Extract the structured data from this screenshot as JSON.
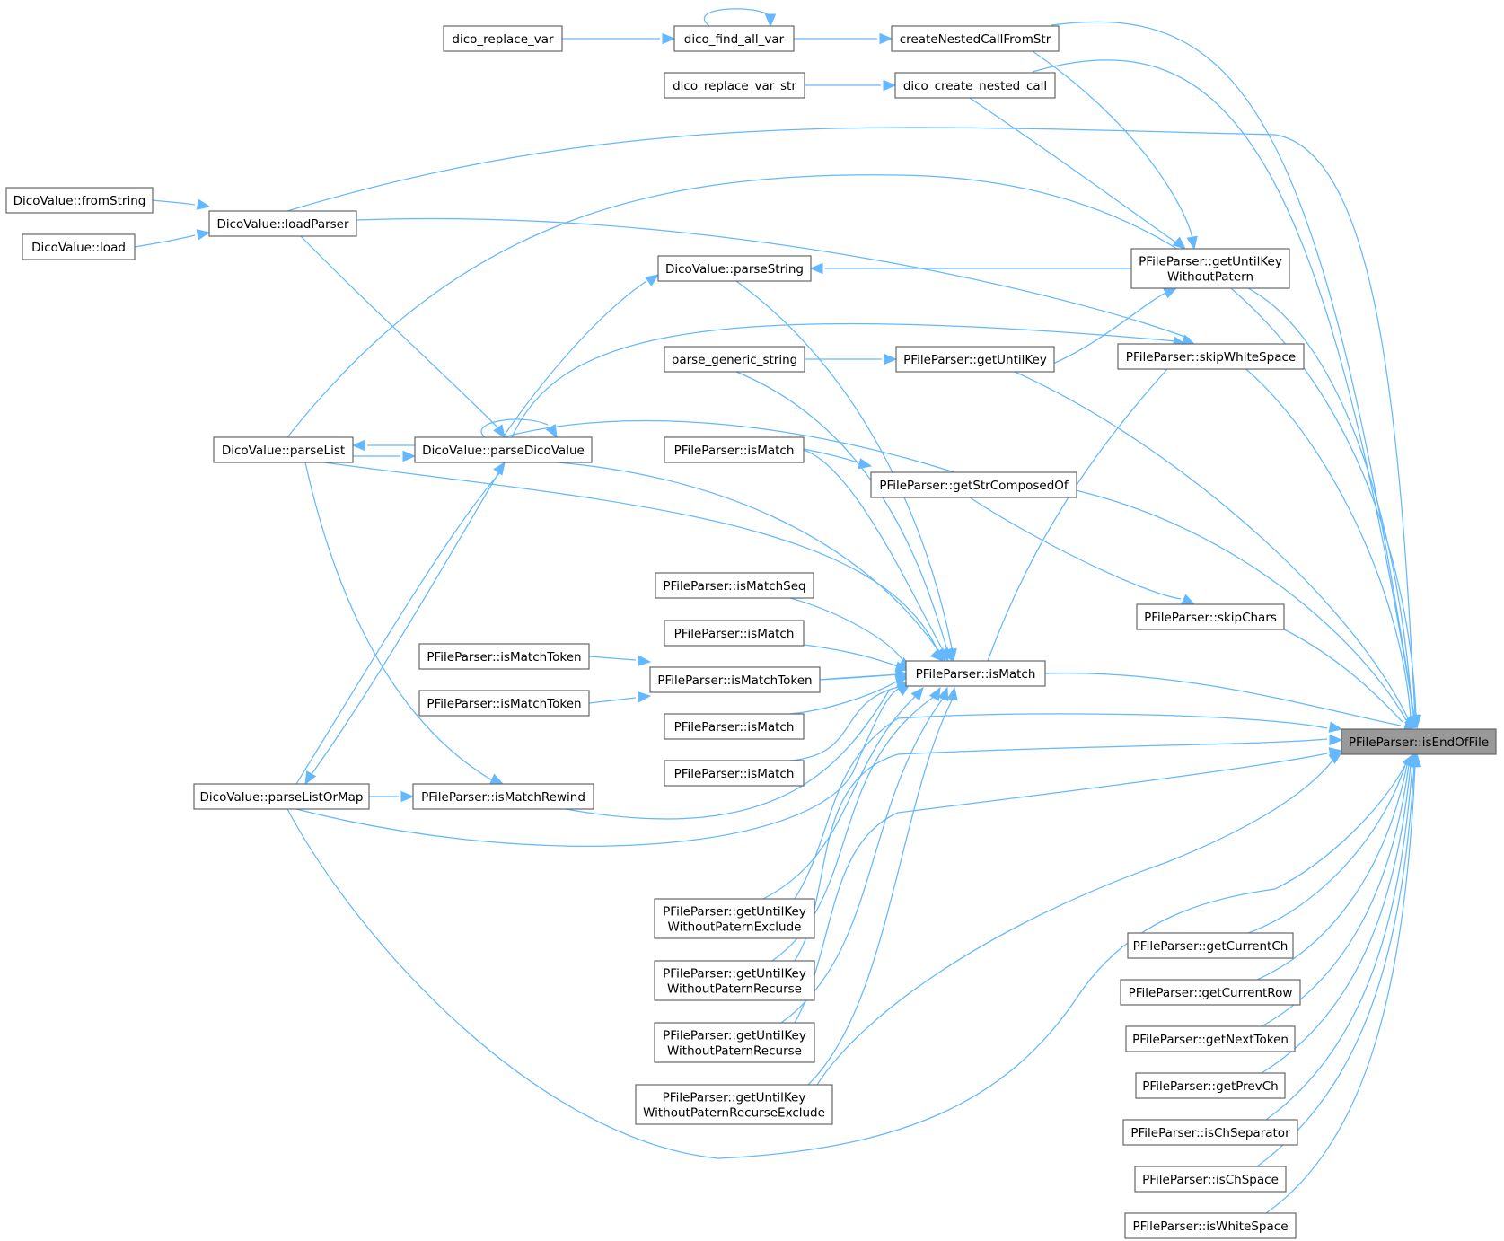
{
  "diagram": {
    "type": "call-graph",
    "focus": "PFileParser::isEndOfFile",
    "colors": {
      "edge": "#63b8ff",
      "node_border": "#666666",
      "node_fill": "#ffffff",
      "focus_fill": "#999999"
    },
    "nodes": [
      {
        "id": "n_eof",
        "lines": [
          "PFileParser::isEndOfFile"
        ],
        "focus": true
      },
      {
        "id": "n_dicoreplacevar",
        "lines": [
          "dico_replace_var"
        ]
      },
      {
        "id": "n_dicofindall",
        "lines": [
          "dico_find_all_var"
        ]
      },
      {
        "id": "n_createnested",
        "lines": [
          "createNestedCallFromStr"
        ]
      },
      {
        "id": "n_dicoreplacevarstr",
        "lines": [
          "dico_replace_var_str"
        ]
      },
      {
        "id": "n_dicocreatenested",
        "lines": [
          "dico_create_nested_call"
        ]
      },
      {
        "id": "n_fromstring",
        "lines": [
          "DicoValue::fromString"
        ]
      },
      {
        "id": "n_load",
        "lines": [
          "DicoValue::load"
        ]
      },
      {
        "id": "n_loadparser",
        "lines": [
          "DicoValue::loadParser"
        ]
      },
      {
        "id": "n_parsestring",
        "lines": [
          "DicoValue::parseString"
        ]
      },
      {
        "id": "n_getuntilwp",
        "lines": [
          "PFileParser::getUntilKey",
          "WithoutPatern"
        ]
      },
      {
        "id": "n_skipws",
        "lines": [
          "PFileParser::skipWhiteSpace"
        ]
      },
      {
        "id": "n_parsegeneric",
        "lines": [
          "parse_generic_string"
        ]
      },
      {
        "id": "n_getuntilkey",
        "lines": [
          "PFileParser::getUntilKey"
        ]
      },
      {
        "id": "n_parselist",
        "lines": [
          "DicoValue::parseList"
        ]
      },
      {
        "id": "n_parsedico",
        "lines": [
          "DicoValue::parseDicoValue"
        ]
      },
      {
        "id": "n_ismatch1",
        "lines": [
          "PFileParser::isMatch"
        ]
      },
      {
        "id": "n_getstrcomposed",
        "lines": [
          "PFileParser::getStrComposedOf"
        ]
      },
      {
        "id": "n_ismatchseq",
        "lines": [
          "PFileParser::isMatchSeq"
        ]
      },
      {
        "id": "n_skipchars",
        "lines": [
          "PFileParser::skipChars"
        ]
      },
      {
        "id": "n_ismatch2",
        "lines": [
          "PFileParser::isMatch"
        ]
      },
      {
        "id": "n_ismatchmain",
        "lines": [
          "PFileParser::isMatch"
        ]
      },
      {
        "id": "n_ismatchtoken1",
        "lines": [
          "PFileParser::isMatchToken"
        ]
      },
      {
        "id": "n_ismatchtokenmid",
        "lines": [
          "PFileParser::isMatchToken"
        ]
      },
      {
        "id": "n_ismatchtoken2",
        "lines": [
          "PFileParser::isMatchToken"
        ]
      },
      {
        "id": "n_ismatch3",
        "lines": [
          "PFileParser::isMatch"
        ]
      },
      {
        "id": "n_ismatch4",
        "lines": [
          "PFileParser::isMatch"
        ]
      },
      {
        "id": "n_parselistormap",
        "lines": [
          "DicoValue::parseListOrMap"
        ]
      },
      {
        "id": "n_ismatchrewind",
        "lines": [
          "PFileParser::isMatchRewind"
        ]
      },
      {
        "id": "n_getuntilwpe",
        "lines": [
          "PFileParser::getUntilKey",
          "WithoutPaternExclude"
        ]
      },
      {
        "id": "n_getuntilwpr1",
        "lines": [
          "PFileParser::getUntilKey",
          "WithoutPaternRecurse"
        ]
      },
      {
        "id": "n_getuntilwpr2",
        "lines": [
          "PFileParser::getUntilKey",
          "WithoutPaternRecurse"
        ]
      },
      {
        "id": "n_getuntilwpre",
        "lines": [
          "PFileParser::getUntilKey",
          "WithoutPaternRecurseExclude"
        ]
      },
      {
        "id": "n_getcurrentch",
        "lines": [
          "PFileParser::getCurrentCh"
        ]
      },
      {
        "id": "n_getcurrentrow",
        "lines": [
          "PFileParser::getCurrentRow"
        ]
      },
      {
        "id": "n_getnexttoken",
        "lines": [
          "PFileParser::getNextToken"
        ]
      },
      {
        "id": "n_getprevch",
        "lines": [
          "PFileParser::getPrevCh"
        ]
      },
      {
        "id": "n_ischsep",
        "lines": [
          "PFileParser::isChSeparator"
        ]
      },
      {
        "id": "n_ischspace",
        "lines": [
          "PFileParser::isChSpace"
        ]
      },
      {
        "id": "n_iswhitespace",
        "lines": [
          "PFileParser::isWhiteSpace"
        ]
      }
    ]
  }
}
